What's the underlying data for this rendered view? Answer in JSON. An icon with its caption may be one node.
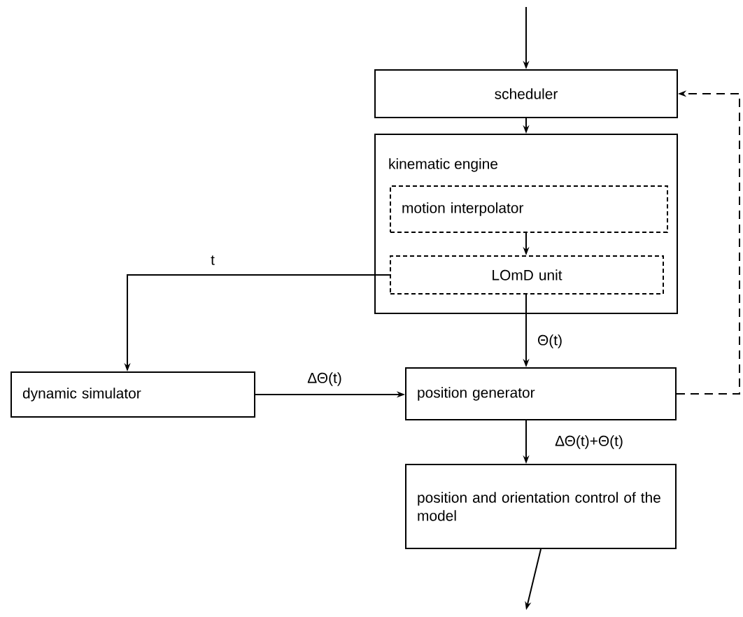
{
  "diagram": {
    "nodes": [
      {
        "text": [
          "scheduler"
        ]
      },
      {
        "text": [
          "kinematic engine"
        ]
      },
      {
        "text": [
          "motion interpolator"
        ],
        "in": 1
      },
      {
        "text": [
          "LOmD  unit"
        ],
        "in": 1
      },
      {
        "text": [
          "dynamic simulator"
        ]
      },
      {
        "text": [
          "position generator"
        ]
      },
      {
        "text": [
          "position and orientation control of the model"
        ]
      }
    ],
    "edges": [
      {
        "from": null,
        "to": 0,
        "arrow": "to"
      },
      {
        "from": 0,
        "to": 1,
        "arrow": "to"
      },
      {
        "from": 2,
        "to": 3,
        "arrow": "to"
      },
      {
        "from": 3,
        "to": 4,
        "arrow": "to",
        "label": "t"
      },
      {
        "from": 3,
        "to": 5,
        "arrow": "to",
        "label": "Θ(t)"
      },
      {
        "from": 4,
        "to": 5,
        "arrow": "to",
        "label": "ΔΘ(t)"
      },
      {
        "from": 5,
        "to": 6,
        "arrow": "to",
        "label": "ΔΘ(t)+Θ(t)"
      },
      {
        "from": 6,
        "to": null,
        "arrow": "to"
      },
      {
        "from": 5,
        "to": 0,
        "arrow": "to",
        "style": "dashed"
      }
    ]
  }
}
